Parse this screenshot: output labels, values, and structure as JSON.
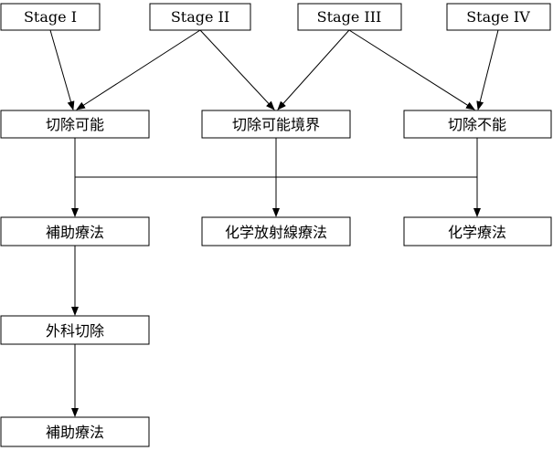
{
  "stages": {
    "stage1": "Stage I",
    "stage2": "Stage II",
    "stage3": "Stage III",
    "stage4": "Stage IV"
  },
  "resectability": {
    "resectable": "切除可能",
    "borderline": "切除可能境界",
    "unresectable": "切除不能"
  },
  "treatments": {
    "adjuvant_first": "補助療法",
    "chemoradiation": "化学放射線療法",
    "chemotherapy": "化学療法",
    "surgery": "外科切除",
    "adjuvant_second": "補助療法"
  },
  "colors": {
    "line": "#000000",
    "box_fill": "#ffffff",
    "box_stroke": "#000000"
  }
}
